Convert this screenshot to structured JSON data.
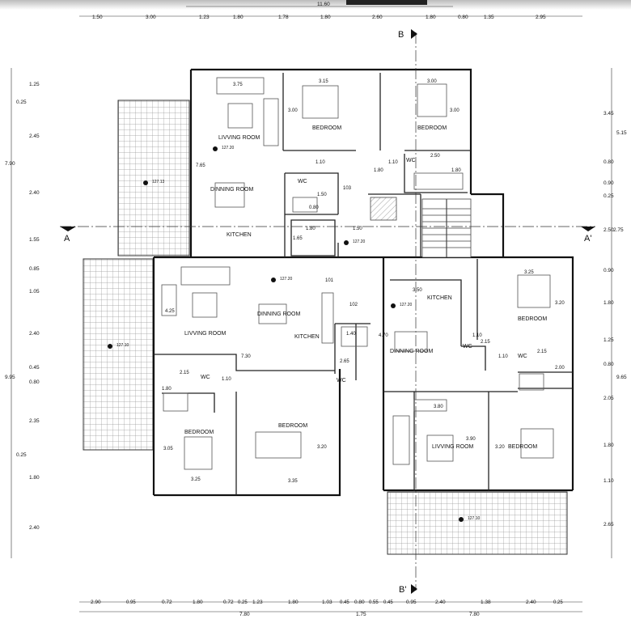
{
  "dims": {
    "top_total": "11.60",
    "top": [
      "1.50",
      "3.00",
      "1.23",
      "1.80",
      "1.78",
      "1.80",
      "2.60",
      "1.80",
      "0.80",
      "1.35",
      "2.95"
    ],
    "bottom": [
      "2.90",
      "0.72",
      "1.80",
      "0.72",
      "1.23",
      "1.80",
      "1.03",
      "0.80",
      "0.95",
      "2.40",
      "1.38",
      "2.40"
    ],
    "bottom_faint": [
      "0.95",
      "0.25",
      "0.45",
      "0.55",
      "0.45",
      "0.25"
    ],
    "bottom_totals": [
      "7.80",
      "1.75",
      "7.80"
    ],
    "left_total_1": "7.90",
    "left_total_2": "9.95",
    "left": [
      "1.25",
      "0.25",
      "2.45",
      "2.40",
      "1.55",
      "0.85",
      "1.05",
      "2.40",
      "0.45",
      "0.80",
      "2.35",
      "0.25",
      "1.80",
      "2.40"
    ],
    "right_total_1": "5.15",
    "right_total_2": "9.65",
    "right": [
      "3.45",
      "0.80",
      "0.90",
      "0.25",
      "2.50",
      "0.90",
      "1.80",
      "1.25",
      "0.80",
      "2.05",
      "1.80",
      "1.10",
      "2.65"
    ],
    "right_aux": [
      "2.75"
    ]
  },
  "sections": {
    "b_top": "B",
    "b_bottom": "B'",
    "a_left": "A",
    "a_right": "A'"
  },
  "rooms": {
    "living_1": "LIVVING ROOM",
    "dining_1": "DINNING ROOM",
    "kitchen_1": "KITCHEN",
    "bedroom_1": "BEDROOM",
    "bedroom_2": "BEDROOM",
    "wc_1": "WC",
    "wc_2": "WC",
    "living_2": "LIVVING ROOM",
    "dining_2": "DINNING ROOM",
    "kitchen_2": "KITCHEN",
    "wc_3": "WC",
    "wc_4": "WC",
    "bedroom_3": "BEDROOM",
    "bedroom_4": "BEDROOM",
    "kitchen_3": "KITCHEN",
    "dining_3": "DINNING ROOM",
    "wc_5": "WC",
    "wc_6": "WC",
    "bedroom_5": "BEDROOM",
    "living_3": "LIVVING ROOM",
    "bedroom_6": "BEDROOM"
  },
  "doors": {
    "d101": "101",
    "d102": "102",
    "d103": "103"
  },
  "levels": {
    "l1": "127.20",
    "l2": "127.13",
    "l3": "127.20",
    "l4": "127.20",
    "l5": "127.10",
    "l6": "127.20",
    "l7": "127.10"
  },
  "inner": {
    "i_375": "3.75",
    "i_315": "3.15",
    "i_300a": "3.00",
    "i_300b": "3.00",
    "i_300c": "3.00",
    "i_765": "7.65",
    "i_110a": "1.10",
    "i_180a": "1.80",
    "i_110b": "1.10",
    "i_250": "2.50",
    "i_180b": "1.80",
    "i_150a": "1.50",
    "i_080": "0.80",
    "i_180c": "1.80",
    "i_150b": "1.50",
    "i_165": "1.65",
    "i_425": "4.25",
    "i_730": "7.30",
    "i_215a": "2.15",
    "i_110c": "1.10",
    "i_180d": "1.80",
    "i_305": "3.05",
    "i_325a": "3.25",
    "i_335": "3.35",
    "i_320a": "3.20",
    "i_140": "1.40",
    "i_265": "2.65",
    "i_350": "3.50",
    "i_470": "4.70",
    "i_110d": "1.10",
    "i_215b": "2.15",
    "i_325b": "3.25",
    "i_320b": "3.20",
    "i_110e": "1.10",
    "i_215c": "2.15",
    "i_200": "2.00",
    "i_380": "3.80",
    "i_390": "3.90",
    "i_320c": "3.20"
  }
}
